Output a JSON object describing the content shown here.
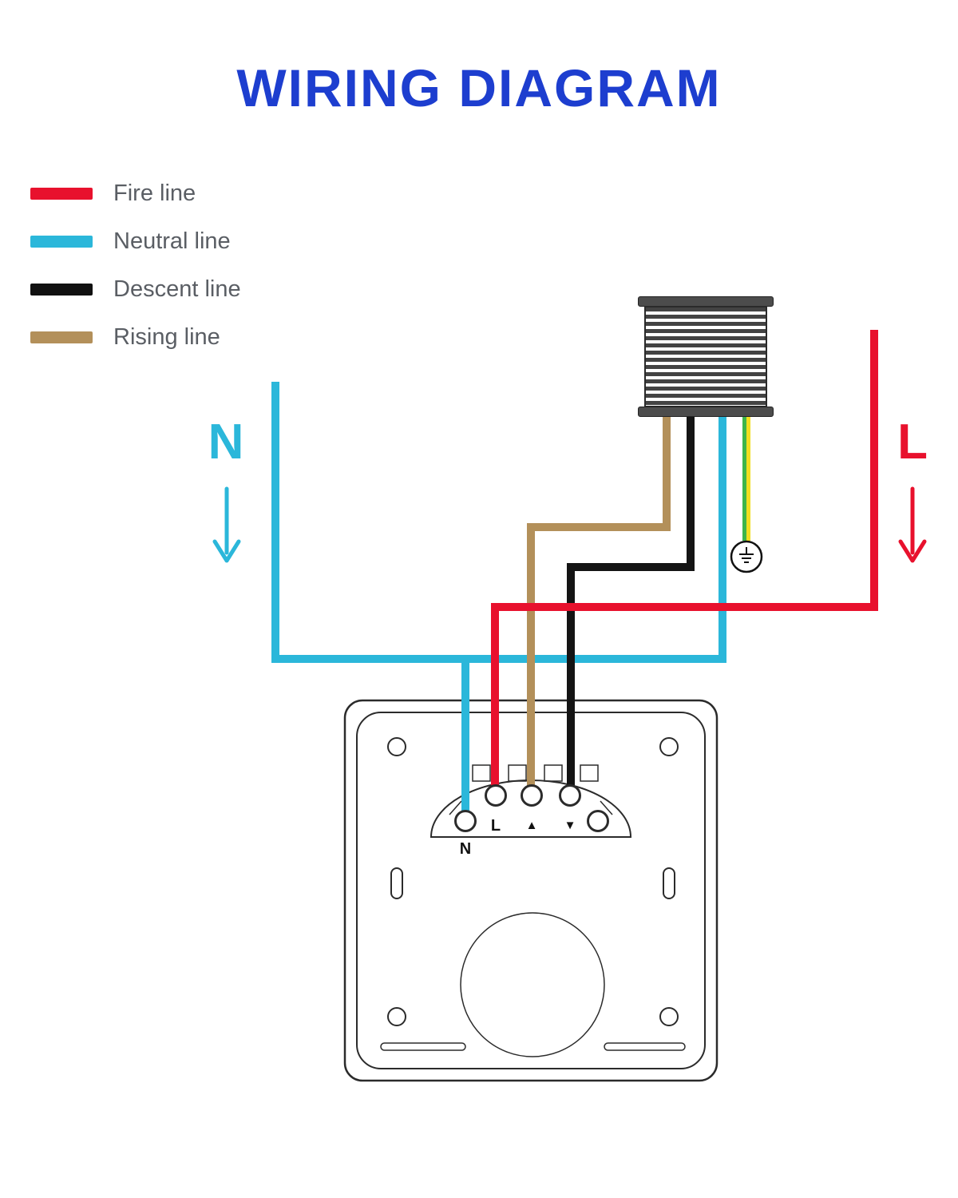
{
  "title": "WIRING DIAGRAM",
  "legend": {
    "items": [
      {
        "label": "Fire line",
        "color": "#E8112D"
      },
      {
        "label": "Neutral line",
        "color": "#2BB7DA"
      },
      {
        "label": "Descent line",
        "color": "#111111"
      },
      {
        "label": "Rising line",
        "color": "#B3905A"
      }
    ]
  },
  "labels": {
    "neutral": "N",
    "live": "L"
  },
  "switch": {
    "terminals": [
      {
        "label": "N"
      },
      {
        "label": "L"
      },
      {
        "label": "▲"
      },
      {
        "label": "▼"
      }
    ]
  },
  "colors": {
    "fire": "#E8112D",
    "neutral": "#2BB7DA",
    "descent": "#111111",
    "rising": "#B3905A",
    "earth_green": "#3DB54A",
    "earth_yellow": "#F2DE1F",
    "title_blue": "#1D3ECF",
    "text_gray": "#5A5E64"
  }
}
